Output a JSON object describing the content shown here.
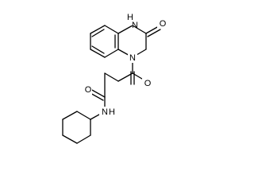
{
  "molecule": {
    "labels": {
      "nh_ring": "H",
      "n_ring_top": "N",
      "o_lactam": "O",
      "n_ring_acyl": "N",
      "o_keto": "O",
      "o_amide": "O",
      "n_amide": "N",
      "h_amide": "H"
    }
  }
}
